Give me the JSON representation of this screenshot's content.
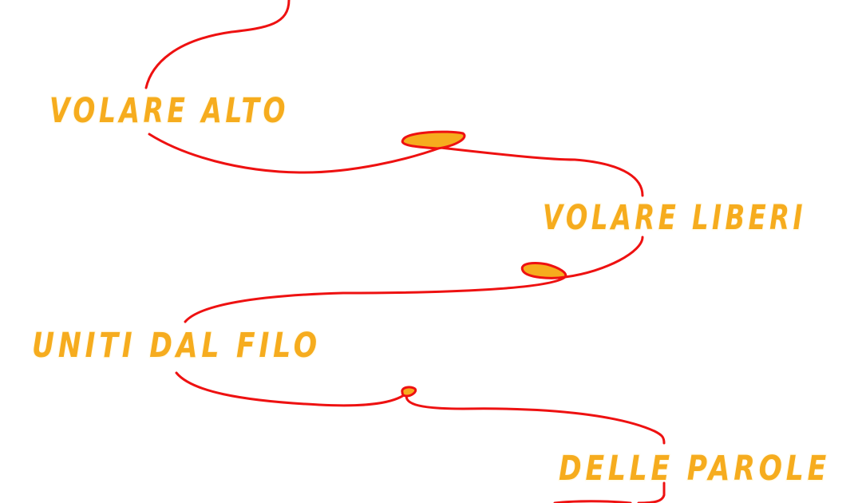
{
  "phrases": [
    {
      "text": "VOLARE ALTO"
    },
    {
      "text": "VOLARE LIBERI"
    },
    {
      "text": "UNITI DAL FILO"
    },
    {
      "text": "DELLE PAROLE"
    }
  ],
  "colors": {
    "thread": "#ee1111",
    "knot_fill": "#f6ac1e",
    "text_fill": "#f6ac1e",
    "text_outline": "#fffbea",
    "background": "#ffffff"
  }
}
